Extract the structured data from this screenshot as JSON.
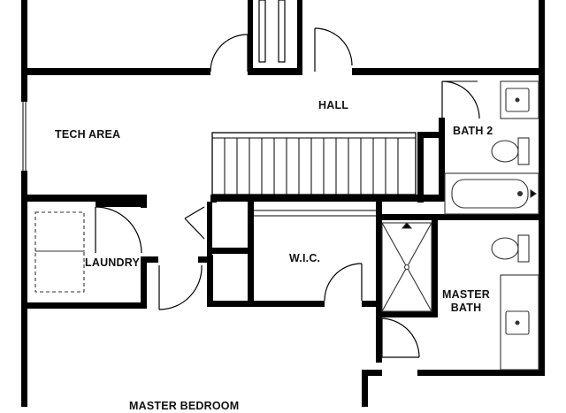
{
  "floor_plan": {
    "rooms": {
      "hall": "HALL",
      "tech_area": "TECH AREA",
      "bath_2": "BATH 2",
      "laundry": "LAUNDRY",
      "wic": "W.I.C.",
      "master_bath_line1": "MASTER",
      "master_bath_line2": "BATH",
      "master_bedroom": "MASTER BEDROOM"
    },
    "colors": {
      "wall": "#000000",
      "fixture": "#333333",
      "background": "#ffffff"
    }
  }
}
